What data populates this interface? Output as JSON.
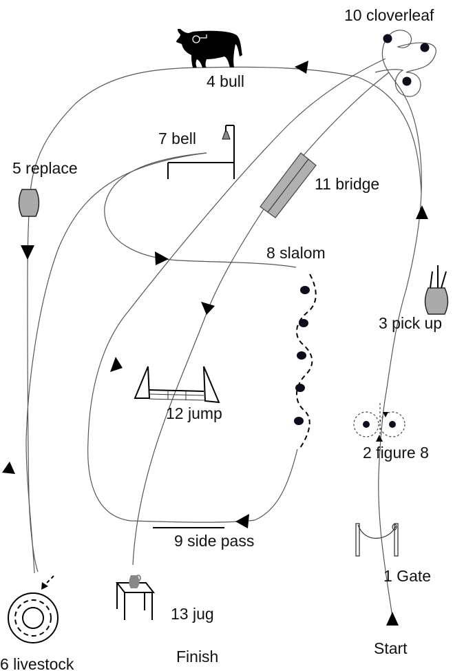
{
  "diagram": {
    "title": "Trail course route",
    "accent_color": "#000000",
    "obstacle_fill": "#aaaaaa",
    "labels": {
      "gate": "1 Gate",
      "figure8": "2 figure 8",
      "pickup": "3 pick up",
      "bull": "4 bull",
      "replace": "5 replace",
      "livestock": "6 livestock",
      "bell": "7 bell",
      "slalom": "8 slalom",
      "sidepass": "9 side pass",
      "cloverleaf": "10 cloverleaf",
      "bridge": "11 bridge",
      "jump": "12 jump",
      "jug": "13 jug",
      "start": "Start",
      "finish": "Finish"
    },
    "obstacles": [
      {
        "number": 1,
        "name": "Gate",
        "icon": "gate-icon"
      },
      {
        "number": 2,
        "name": "figure 8",
        "icon": "figure-eight-cones-icon"
      },
      {
        "number": 3,
        "name": "pick up",
        "icon": "bucket-with-sticks-icon"
      },
      {
        "number": 4,
        "name": "bull",
        "icon": "bull-icon"
      },
      {
        "number": 5,
        "name": "replace",
        "icon": "bucket-icon"
      },
      {
        "number": 6,
        "name": "livestock",
        "icon": "livestock-circle-icon"
      },
      {
        "number": 7,
        "name": "bell",
        "icon": "bell-icon"
      },
      {
        "number": 8,
        "name": "slalom",
        "icon": "slalom-poles-icon"
      },
      {
        "number": 9,
        "name": "side pass",
        "icon": "side-pass-pole-icon"
      },
      {
        "number": 10,
        "name": "cloverleaf",
        "icon": "cloverleaf-barrels-icon"
      },
      {
        "number": 11,
        "name": "bridge",
        "icon": "bridge-icon"
      },
      {
        "number": 12,
        "name": "jump",
        "icon": "jump-icon"
      },
      {
        "number": 13,
        "name": "jug",
        "icon": "jug-table-icon"
      }
    ]
  }
}
